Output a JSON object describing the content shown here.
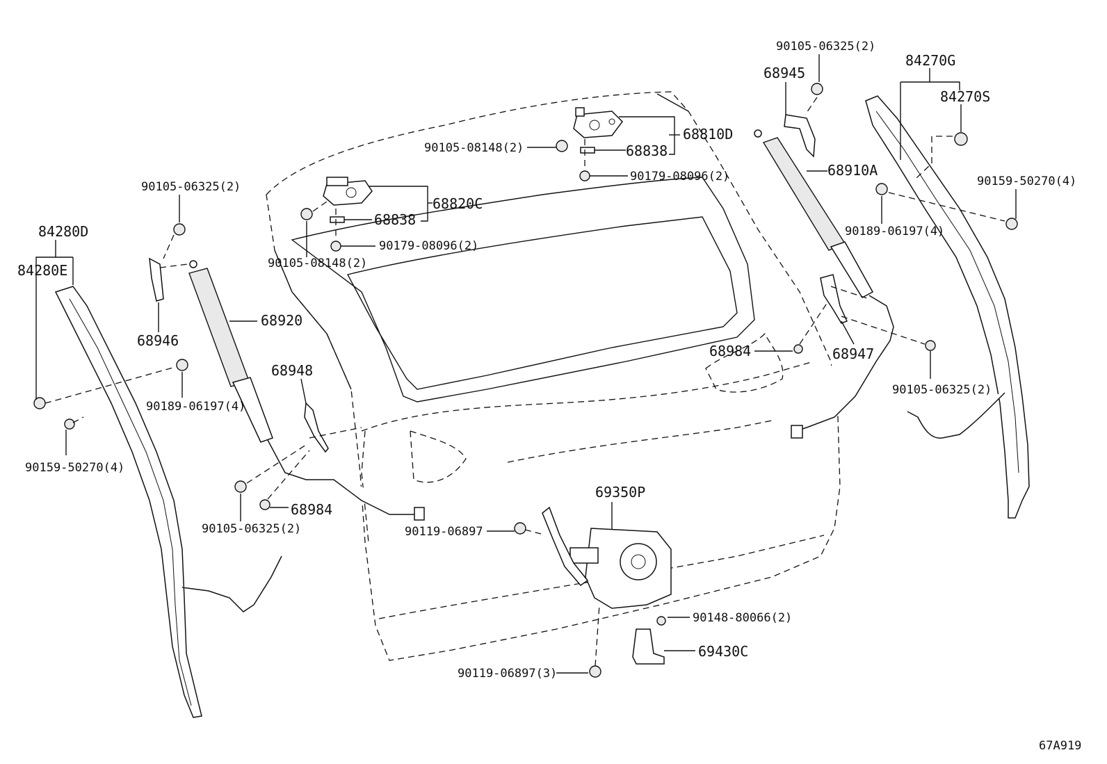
{
  "labels": {
    "p90105_06325_2_top": "90105-06325(2)",
    "p84270G": "84270G",
    "p84270S": "84270S",
    "p68945": "68945",
    "p68810D": "68810D",
    "p90105_08148_2_a": "90105-08148(2)",
    "p68838_a": "68838",
    "p90179_08096_2_a": "90179-08096(2)",
    "p68910A": "68910A",
    "p90159_50270_4_r": "90159-50270(4)",
    "p90189_06197_4_r": "90189-06197(4)",
    "p90105_06325_2_left": "90105-06325(2)",
    "p68820C": "68820C",
    "p68838_b": "68838",
    "p90179_08096_2_b": "90179-08096(2)",
    "p90105_08148_2_b": "90105-08148(2)",
    "p84280D": "84280D",
    "p84280E": "84280E",
    "p68946": "68946",
    "p68920": "68920",
    "p68948": "68948",
    "p68984_r": "68984",
    "p68947": "68947",
    "p90105_06325_2_right": "90105-06325(2)",
    "p90189_06197_4_l": "90189-06197(4)",
    "p90159_50270_4_l": "90159-50270(4)",
    "p68984_l": "68984",
    "p90105_06325_2_bl": "90105-06325(2)",
    "p69350P": "69350P",
    "p90119_06897": "90119-06897",
    "p90148_80066_2": "90148-80066(2)",
    "p69430C": "69430C",
    "p90119_06897_3": "90119-06897(3)",
    "ref": "67A919"
  }
}
